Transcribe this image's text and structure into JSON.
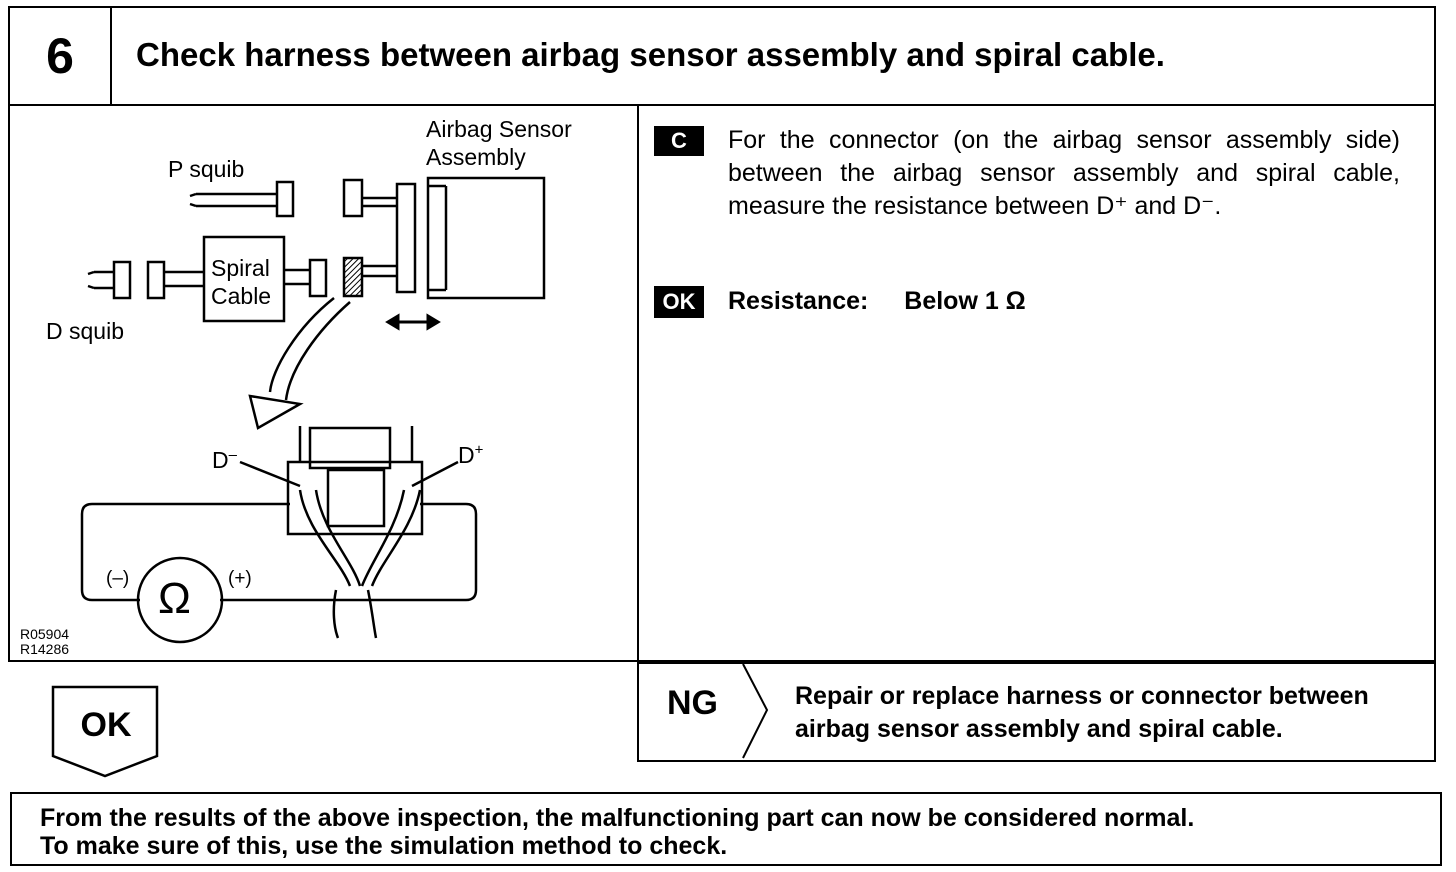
{
  "header": {
    "step_number": "6",
    "title": "Check harness between airbag sensor assembly and spiral cable."
  },
  "diagram": {
    "label_airbag_sensor_line1": "Airbag Sensor",
    "label_airbag_sensor_line2": "Assembly",
    "label_p_squib": "P squib",
    "label_d_squib": "D squib",
    "label_spiral_line1": "Spiral",
    "label_spiral_line2": "Cable",
    "label_d_minus": "D",
    "label_d_minus_sup": "–",
    "label_d_plus": "D",
    "label_d_plus_sup": "+",
    "label_meter_minus": "(–)",
    "label_meter_plus": "(+)",
    "ohm_symbol": "Ω",
    "code_line1": "R05904",
    "code_line2": "R14286"
  },
  "instruction": {
    "tag": "C",
    "text": "For the connector (on the airbag sensor assembly side) between the airbag sensor assembly and spiral cable, measure the resistance between D⁺ and D⁻.",
    "ok_tag": "OK",
    "spec_label": "Resistance:",
    "spec_value": "Below 1 Ω"
  },
  "result_ok": {
    "label": "OK"
  },
  "result_ng": {
    "label": "NG",
    "action_line1": "Repair or replace harness or connector between",
    "action_line2": "airbag sensor assembly and spiral cable."
  },
  "footer": {
    "line1": "From the results of the above inspection, the malfunctioning part can now be considered normal.",
    "line2": "To make sure of this, use the simulation method to check."
  }
}
